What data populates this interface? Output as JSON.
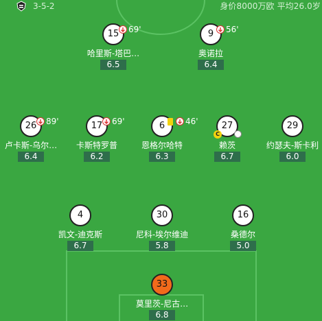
{
  "header": {
    "formation": "3-5-2",
    "summary": "身价8000万欧 平均26.0岁"
  },
  "players": {
    "p15": {
      "number": "15",
      "name": "哈里斯-塔巴…",
      "rating": "6.5",
      "sub_minute": "69'"
    },
    "p9": {
      "number": "9",
      "name": "奥诺拉",
      "rating": "6.4",
      "sub_minute": "56'"
    },
    "p26": {
      "number": "26",
      "name": "卢卡斯-乌尔…",
      "rating": "6.4",
      "sub_minute": "89'"
    },
    "p17": {
      "number": "17",
      "name": "卡斯特罗普",
      "rating": "6.2",
      "sub_minute": "69'"
    },
    "p6": {
      "number": "6",
      "name": "恩格尔哈特",
      "rating": "6.3",
      "sub_minute": "46'"
    },
    "p27": {
      "number": "27",
      "name": "赖茨",
      "rating": "6.7",
      "captain_mark": "C"
    },
    "p29": {
      "number": "29",
      "name": "约瑟夫-斯卡利",
      "rating": "6.0"
    },
    "p4": {
      "number": "4",
      "name": "凯文-迪克斯",
      "rating": "6.7"
    },
    "p30": {
      "number": "30",
      "name": "尼科-埃尔维迪",
      "rating": "5.8"
    },
    "p16": {
      "number": "16",
      "name": "桑德尔",
      "rating": "5.0"
    },
    "p33": {
      "number": "33",
      "name": "莫里茨-尼古…",
      "rating": "6.8"
    }
  },
  "colors": {
    "pitch": "#3aa741",
    "rating_bg": "#2e6e4b",
    "goalkeeper": "#f26a1b",
    "yellow_card": "#f2d20f",
    "sub_out": "#d33333"
  }
}
